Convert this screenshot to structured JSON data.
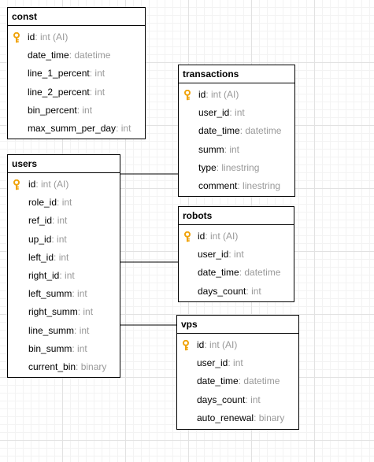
{
  "tables": {
    "const": {
      "name": "const",
      "fields": [
        {
          "name": "id",
          "type": "int (AI)"
        },
        {
          "name": "date_time",
          "type": "datetime"
        },
        {
          "name": "line_1_percent",
          "type": "int"
        },
        {
          "name": "line_2_percent",
          "type": "int"
        },
        {
          "name": "bin_percent",
          "type": "int"
        },
        {
          "name": "max_summ_per_day",
          "type": "int"
        }
      ]
    },
    "transactions": {
      "name": "transactions",
      "fields": [
        {
          "name": "id",
          "type": "int (AI)"
        },
        {
          "name": "user_id",
          "type": "int"
        },
        {
          "name": "date_time",
          "type": "datetime"
        },
        {
          "name": "summ",
          "type": "int"
        },
        {
          "name": "type",
          "type": "linestring"
        },
        {
          "name": "comment",
          "type": "linestring"
        }
      ]
    },
    "users": {
      "name": "users",
      "fields": [
        {
          "name": "id",
          "type": "int (AI)"
        },
        {
          "name": "role_id",
          "type": "int"
        },
        {
          "name": "ref_id",
          "type": "int"
        },
        {
          "name": "up_id",
          "type": "int"
        },
        {
          "name": "left_id",
          "type": "int"
        },
        {
          "name": "right_id",
          "type": "int"
        },
        {
          "name": "left_summ",
          "type": "int"
        },
        {
          "name": "right_summ",
          "type": "int"
        },
        {
          "name": "line_summ",
          "type": "int"
        },
        {
          "name": "bin_summ",
          "type": "int"
        },
        {
          "name": "current_bin",
          "type": "binary"
        }
      ]
    },
    "robots": {
      "name": "robots",
      "fields": [
        {
          "name": "id",
          "type": "int (AI)"
        },
        {
          "name": "user_id",
          "type": "int"
        },
        {
          "name": "date_time",
          "type": "datetime"
        },
        {
          "name": "days_count",
          "type": "int"
        }
      ]
    },
    "vps": {
      "name": "vps",
      "fields": [
        {
          "name": "id",
          "type": "int (AI)"
        },
        {
          "name": "user_id",
          "type": "int"
        },
        {
          "name": "date_time",
          "type": "datetime"
        },
        {
          "name": "days_count",
          "type": "int"
        },
        {
          "name": "auto_renewal",
          "type": "binary"
        }
      ]
    }
  },
  "relations": [
    {
      "from": "users",
      "to": "transactions"
    },
    {
      "from": "users",
      "to": "robots"
    },
    {
      "from": "users",
      "to": "vps"
    }
  ],
  "colors": {
    "border": "#000000",
    "field_name": "#000000",
    "field_type": "#999999",
    "key_icon": "#f0a30a",
    "grid": "#e2e2e2"
  }
}
